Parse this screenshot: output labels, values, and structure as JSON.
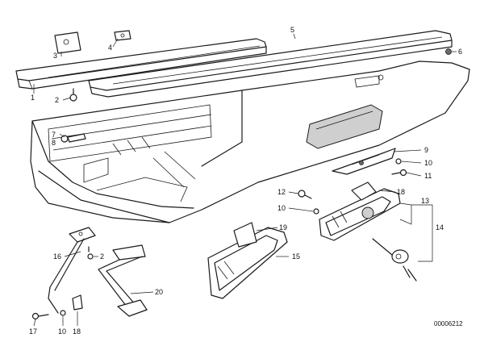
{
  "diagram": {
    "labels": [
      "1",
      "2",
      "3",
      "4",
      "5",
      "6",
      "7",
      "8",
      "9",
      "10",
      "11",
      "12",
      "10",
      "18",
      "13",
      "14",
      "19",
      "15",
      "16",
      "2",
      "20",
      "17",
      "10",
      "18"
    ],
    "reference_code": "00006212"
  }
}
